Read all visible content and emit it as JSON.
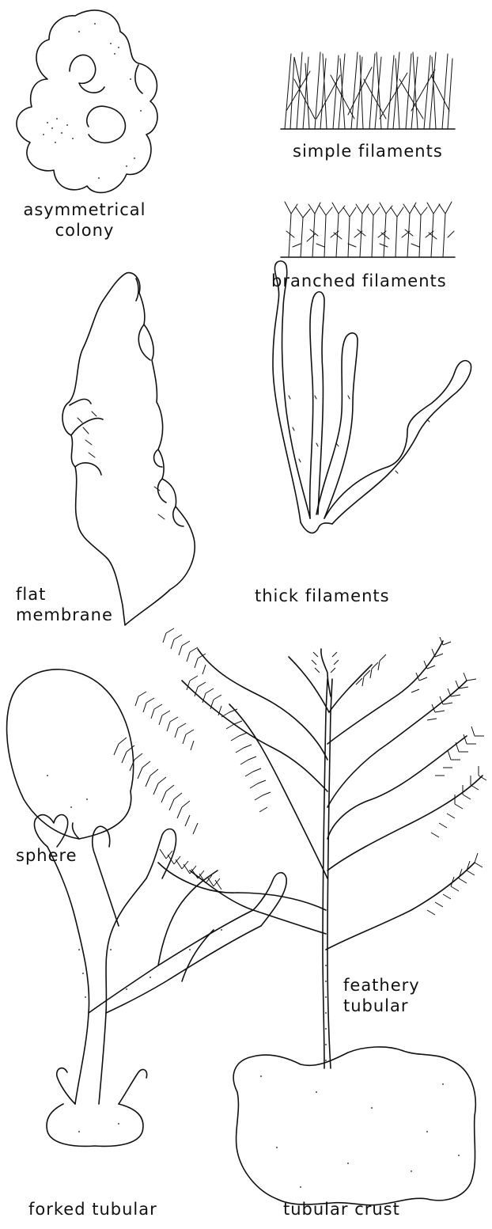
{
  "labels": {
    "asymmetrical_colony": [
      "asymmetrical",
      "colony"
    ],
    "simple_filaments": "simple filaments",
    "branched_filaments": "branched filaments",
    "flat_membrane": [
      "flat",
      "membrane"
    ],
    "thick_filaments": "thick filaments",
    "sphere": "sphere",
    "feathery_tubular": [
      "feathery",
      "tubular"
    ],
    "forked_tubular": "forked tubular",
    "tubular_crust": "tubular crust"
  },
  "ink_color": "#111111"
}
